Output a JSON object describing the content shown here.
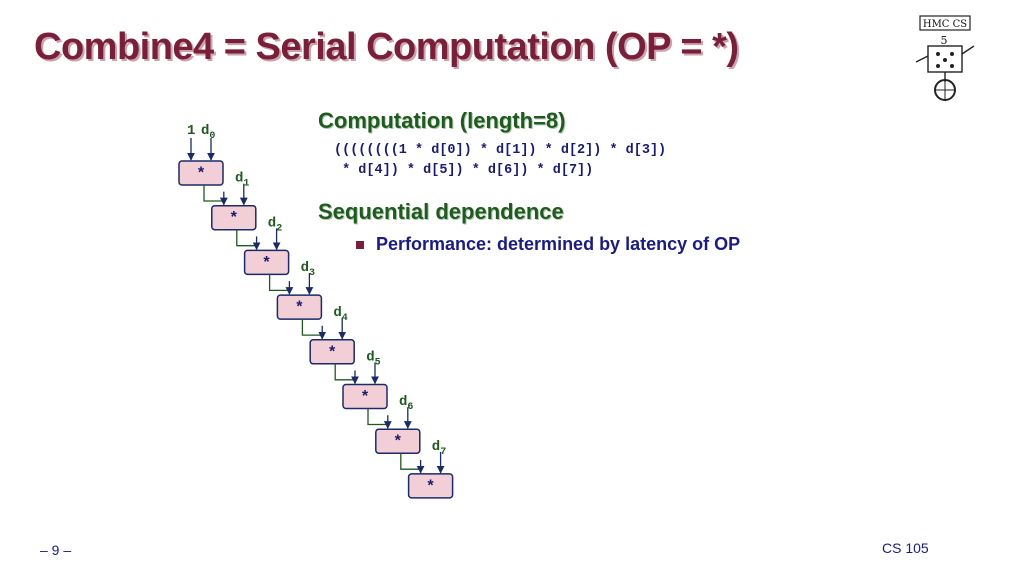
{
  "slide": {
    "title": "Combine4 = Serial Computation (OP = *)",
    "logo_text": "HMC CS"
  },
  "computation": {
    "heading": "Computation (length=8)",
    "code_line1": "((((((((1 * d[0]) * d[1]) * d[2]) * d[3])",
    "code_line2": " * d[4]) * d[5]) * d[6]) * d[7])"
  },
  "dependence": {
    "heading": "Sequential dependence",
    "bullet": "Performance: determined by latency of OP"
  },
  "diagram": {
    "operator": "*",
    "initial_value": "1",
    "inputs": [
      "d0",
      "d1",
      "d2",
      "d3",
      "d4",
      "d5",
      "d6",
      "d7"
    ]
  },
  "footer": {
    "page": "– 9 –",
    "course": "CS 105"
  },
  "colors": {
    "title": "#7a1e3a",
    "heading": "#1f5a1f",
    "text": "#1a1a8a",
    "op_box_fill": "#f2cfd7",
    "op_box_stroke": "#1a2a6a",
    "chain_line": "#1f5a1f",
    "input_label": "#1f5a1f"
  }
}
